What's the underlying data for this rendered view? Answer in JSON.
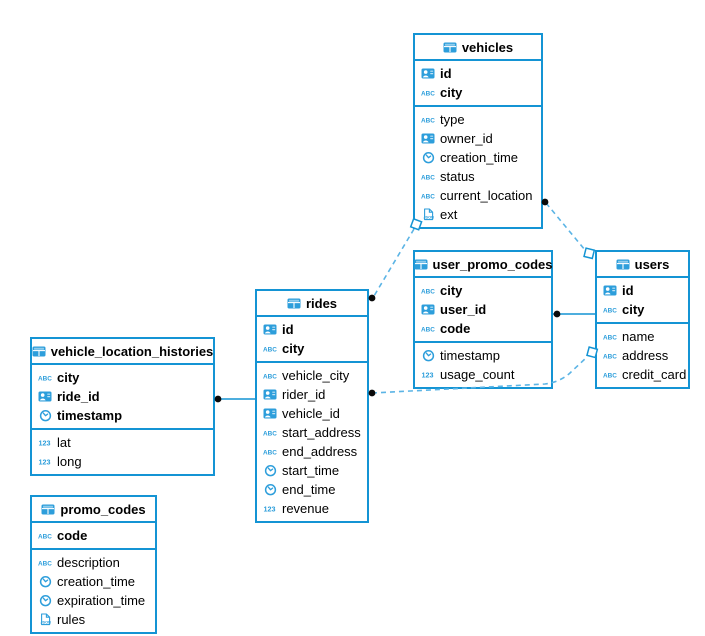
{
  "diagram": {
    "colors": {
      "table_border": "#1494d4",
      "icon_blue": "#2d9edb",
      "relation_dashed": "#5bb4e5",
      "relation_solid": "#1494d4",
      "text": "#000000",
      "background": "#ffffff"
    },
    "tables": [
      {
        "id": "vehicles",
        "title": "vehicles",
        "pk": [
          {
            "icon": "id-badge-icon",
            "label": "id"
          },
          {
            "icon": "text-type-icon",
            "label": "city"
          }
        ],
        "columns": [
          {
            "icon": "text-type-icon",
            "label": "type"
          },
          {
            "icon": "id-badge-icon",
            "label": "owner_id"
          },
          {
            "icon": "timestamp-type-icon",
            "label": "creation_time"
          },
          {
            "icon": "text-type-icon",
            "label": "status"
          },
          {
            "icon": "text-type-icon",
            "label": "current_location"
          },
          {
            "icon": "json-type-icon",
            "label": "ext"
          }
        ]
      },
      {
        "id": "user_promo_codes",
        "title": "user_promo_codes",
        "pk": [
          {
            "icon": "text-type-icon",
            "label": "city"
          },
          {
            "icon": "id-badge-icon",
            "label": "user_id"
          },
          {
            "icon": "text-type-icon",
            "label": "code"
          }
        ],
        "columns": [
          {
            "icon": "timestamp-type-icon",
            "label": "timestamp"
          },
          {
            "icon": "numeric-type-icon",
            "label": "usage_count"
          }
        ]
      },
      {
        "id": "users",
        "title": "users",
        "pk": [
          {
            "icon": "id-badge-icon",
            "label": "id"
          },
          {
            "icon": "text-type-icon",
            "label": "city"
          }
        ],
        "columns": [
          {
            "icon": "text-type-icon",
            "label": "name"
          },
          {
            "icon": "text-type-icon",
            "label": "address"
          },
          {
            "icon": "text-type-icon",
            "label": "credit_card"
          }
        ]
      },
      {
        "id": "rides",
        "title": "rides",
        "pk": [
          {
            "icon": "id-badge-icon",
            "label": "id"
          },
          {
            "icon": "text-type-icon",
            "label": "city"
          }
        ],
        "columns": [
          {
            "icon": "text-type-icon",
            "label": "vehicle_city"
          },
          {
            "icon": "id-badge-icon",
            "label": "rider_id"
          },
          {
            "icon": "id-badge-icon",
            "label": "vehicle_id"
          },
          {
            "icon": "text-type-icon",
            "label": "start_address"
          },
          {
            "icon": "text-type-icon",
            "label": "end_address"
          },
          {
            "icon": "timestamp-type-icon",
            "label": "start_time"
          },
          {
            "icon": "timestamp-type-icon",
            "label": "end_time"
          },
          {
            "icon": "numeric-type-icon",
            "label": "revenue"
          }
        ]
      },
      {
        "id": "vehicle_location_histories",
        "title": "vehicle_location_histories",
        "pk": [
          {
            "icon": "text-type-icon",
            "label": "city"
          },
          {
            "icon": "id-badge-icon",
            "label": "ride_id"
          },
          {
            "icon": "timestamp-type-icon",
            "label": "timestamp"
          }
        ],
        "columns": [
          {
            "icon": "numeric-type-icon",
            "label": "lat"
          },
          {
            "icon": "numeric-type-icon",
            "label": "long"
          }
        ]
      },
      {
        "id": "promo_codes",
        "title": "promo_codes",
        "pk": [
          {
            "icon": "text-type-icon",
            "label": "code"
          }
        ],
        "columns": [
          {
            "icon": "text-type-icon",
            "label": "description"
          },
          {
            "icon": "timestamp-type-icon",
            "label": "creation_time"
          },
          {
            "icon": "timestamp-type-icon",
            "label": "expiration_time"
          },
          {
            "icon": "json-type-icon",
            "label": "rules"
          }
        ]
      }
    ],
    "relations": [
      {
        "from": "vehicles",
        "to": "users",
        "style": "dashed"
      },
      {
        "from": "rides",
        "to": "vehicles",
        "style": "dashed"
      },
      {
        "from": "user_promo_codes",
        "to": "users",
        "style": "solid"
      },
      {
        "from": "rides",
        "to": "users",
        "style": "dashed"
      },
      {
        "from": "vehicle_location_histories",
        "to": "rides",
        "style": "solid"
      }
    ]
  }
}
